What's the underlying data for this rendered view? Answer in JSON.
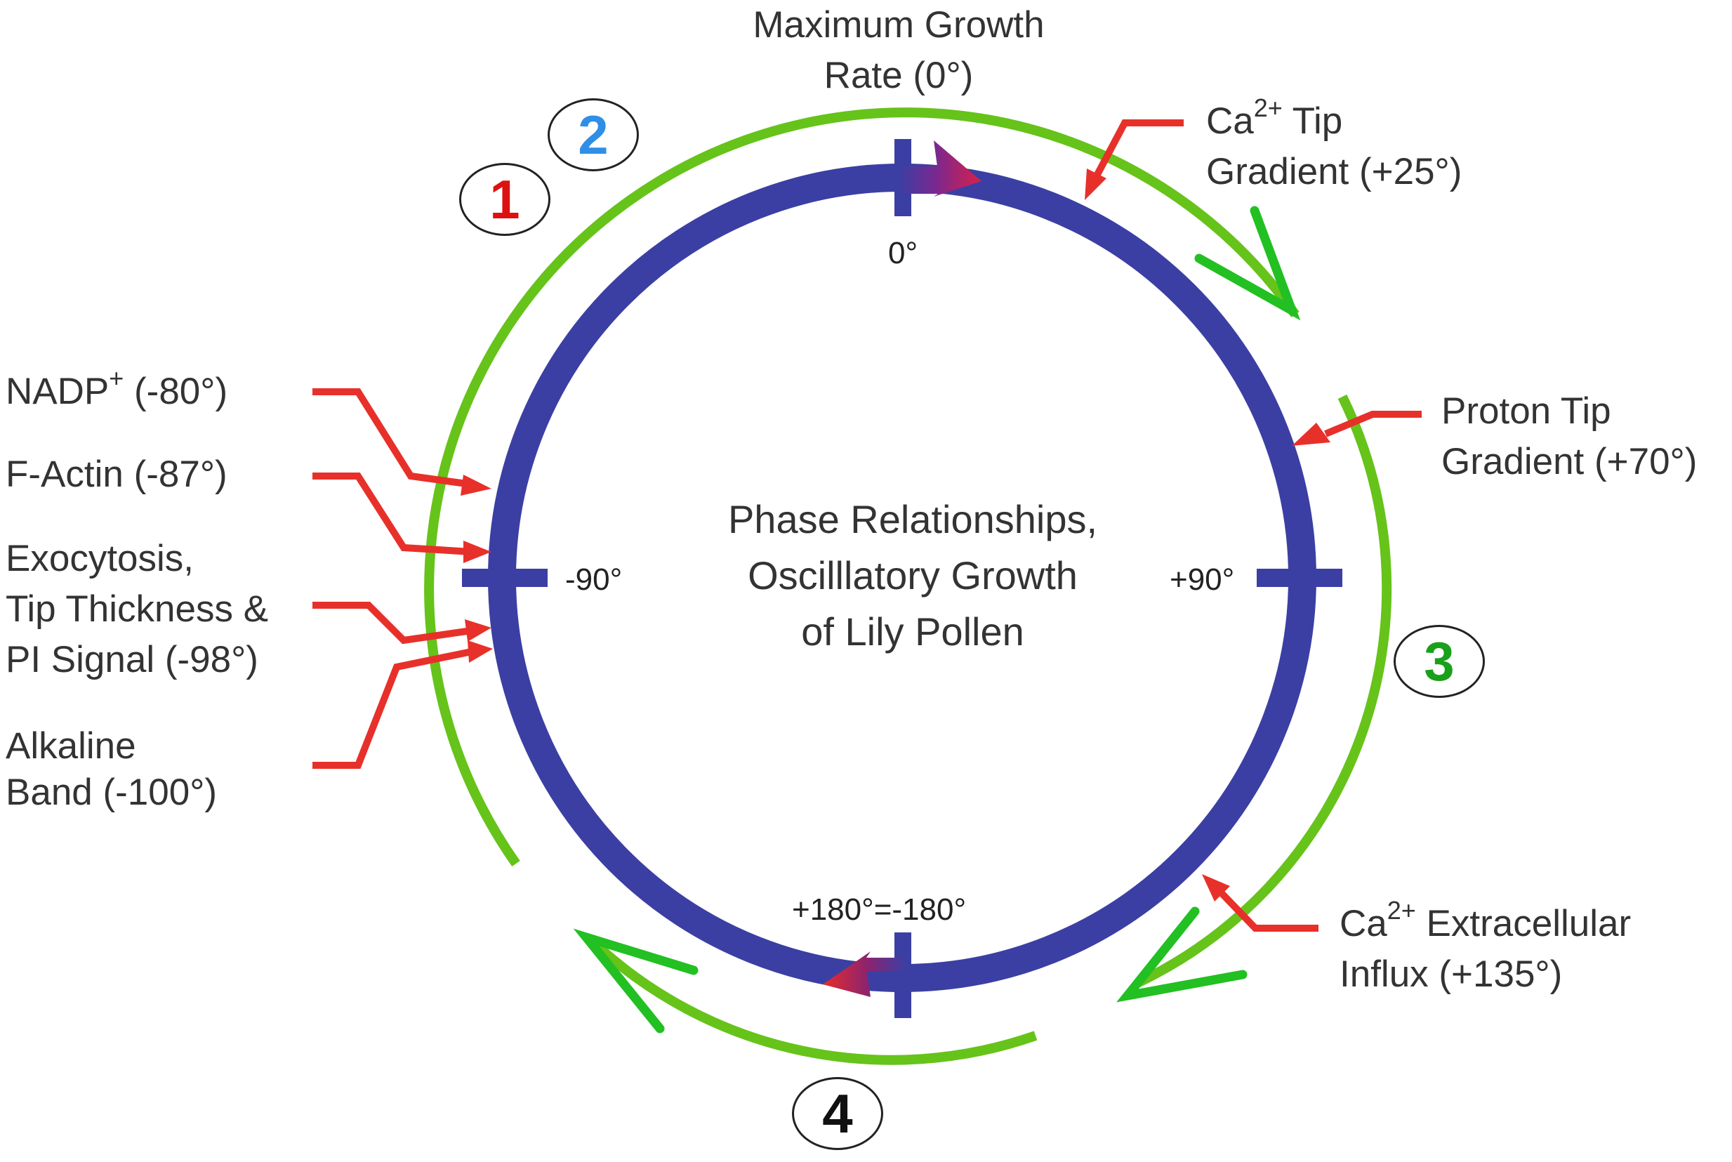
{
  "title_lines": [
    "Phase Relationships,",
    "Oscilllatory Growth",
    "of Lily Pollen"
  ],
  "degree_marks": {
    "top": "0°",
    "left": "-90°",
    "right": "+90°",
    "bottom": "+180°=-180°"
  },
  "phase_numbers": [
    {
      "label": "1",
      "color": "#dd1111"
    },
    {
      "label": "2",
      "color": "#2f8fe6"
    },
    {
      "label": "3",
      "color": "#1aa01a"
    },
    {
      "label": "4",
      "color": "#111111"
    }
  ],
  "events": {
    "max_growth": {
      "line1": "Maximum Growth",
      "line2": "Rate (0°)"
    },
    "ca_tip": {
      "pre": "Ca",
      "sup": "2+",
      "post": " Tip",
      "line2": "Gradient (+25°)"
    },
    "proton_tip": {
      "line1": "Proton Tip",
      "line2": "Gradient (+70°)"
    },
    "ca_influx": {
      "pre": "Ca",
      "sup": "2+",
      "post": " Extracellular",
      "line2": "Influx  (+135°)"
    },
    "nadp": {
      "pre": "NADP",
      "sup": "+",
      "post": " (-80°)"
    },
    "factin": {
      "text": "F-Actin (-87°)"
    },
    "exocytosis": {
      "line1": "Exocytosis,",
      "line2": "Tip Thickness &",
      "line3": "PI Signal (-98°)"
    },
    "alkaline": {
      "line1": "Alkaline",
      "line2": "Band (-100°)"
    }
  },
  "colors": {
    "ring": "#3b3fa3",
    "green_arc": "#66c31a",
    "green_arrowhead": "#22c022",
    "pointer": "#e8302a",
    "text": "#333333"
  }
}
